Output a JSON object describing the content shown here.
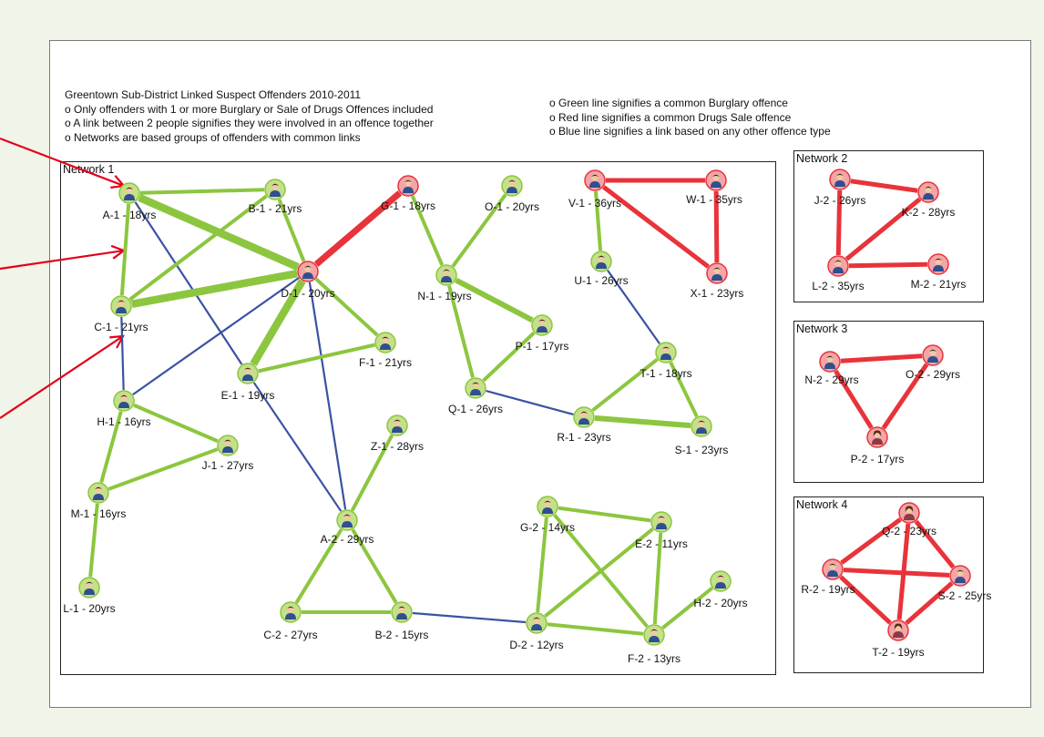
{
  "title": "Greentown Sub-District Linked Suspect Offenders 2010-2011",
  "notes_left": [
    "o Only offenders with 1 or more Burglary or Sale of Drugs Offences included",
    "o A link between 2 people signifies they were involved in an offence together",
    "o Networks are based groups of offenders with common links"
  ],
  "legend": [
    "o Green line signifies a common Burglary offence",
    "o Red line signifies a common Drugs Sale offence",
    "o Blue line signifies a link based on any other offence type"
  ],
  "colors": {
    "burglary": "#8cc63f",
    "drugs": "#e8333a",
    "other": "#3a52a3",
    "node_green": "#c5e08a",
    "node_red": "#f3a5a8",
    "annotation_arrow": "#e3001b"
  },
  "networks": [
    {
      "id": "net1",
      "title": "Network 1"
    },
    {
      "id": "net2",
      "title": "Network 2"
    },
    {
      "id": "net3",
      "title": "Network 3"
    },
    {
      "id": "net4",
      "title": "Network 4"
    }
  ],
  "nodes": [
    {
      "id": "A-1",
      "label": "A-1 - 18yrs",
      "ring": "green",
      "icon": "male-person-icon"
    },
    {
      "id": "B-1",
      "label": "B-1 - 21yrs",
      "ring": "green",
      "icon": "male-person-icon"
    },
    {
      "id": "C-1",
      "label": "C-1 - 21yrs",
      "ring": "green",
      "icon": "male-person-icon"
    },
    {
      "id": "D-1",
      "label": "D-1 - 20yrs",
      "ring": "red",
      "icon": "male-person-icon"
    },
    {
      "id": "E-1",
      "label": "E-1 - 19yrs",
      "ring": "green",
      "icon": "male-person-icon"
    },
    {
      "id": "F-1",
      "label": "F-1 - 21yrs",
      "ring": "green",
      "icon": "male-person-icon"
    },
    {
      "id": "G-1",
      "label": "G-1 - 18yrs",
      "ring": "red",
      "icon": "male-person-icon"
    },
    {
      "id": "H-1",
      "label": "H-1 - 16yrs",
      "ring": "green",
      "icon": "male-person-icon"
    },
    {
      "id": "J-1",
      "label": "J-1 - 27yrs",
      "ring": "green",
      "icon": "male-person-icon"
    },
    {
      "id": "M-1",
      "label": "M-1 - 16yrs",
      "ring": "green",
      "icon": "male-person-icon"
    },
    {
      "id": "L-1",
      "label": "L-1 - 20yrs",
      "ring": "green",
      "icon": "male-person-icon"
    },
    {
      "id": "N-1",
      "label": "N-1 - 19yrs",
      "ring": "green",
      "icon": "male-person-icon"
    },
    {
      "id": "O-1",
      "label": "O-1 - 20yrs",
      "ring": "green",
      "icon": "male-person-icon"
    },
    {
      "id": "P-1",
      "label": "P-1 - 17yrs",
      "ring": "green",
      "icon": "male-person-icon"
    },
    {
      "id": "Q-1",
      "label": "Q-1 - 26yrs",
      "ring": "green",
      "icon": "male-person-icon"
    },
    {
      "id": "R-1",
      "label": "R-1 - 23yrs",
      "ring": "green",
      "icon": "male-person-icon"
    },
    {
      "id": "S-1",
      "label": "S-1 - 23yrs",
      "ring": "green",
      "icon": "male-person-icon"
    },
    {
      "id": "T-1",
      "label": "T-1 - 18yrs",
      "ring": "green",
      "icon": "male-person-icon"
    },
    {
      "id": "U-1",
      "label": "U-1 - 26yrs",
      "ring": "green",
      "icon": "male-person-icon"
    },
    {
      "id": "V-1",
      "label": "V-1 - 36yrs",
      "ring": "red",
      "icon": "male-person-icon"
    },
    {
      "id": "W-1",
      "label": "W-1 - 35yrs",
      "ring": "red",
      "icon": "male-person-icon"
    },
    {
      "id": "X-1",
      "label": "X-1 - 23yrs",
      "ring": "red",
      "icon": "male-person-icon"
    },
    {
      "id": "Z-1",
      "label": "Z-1 - 28yrs",
      "ring": "green",
      "icon": "male-person-icon"
    },
    {
      "id": "A-2",
      "label": "A-2 - 29yrs",
      "ring": "green",
      "icon": "male-person-icon"
    },
    {
      "id": "B-2",
      "label": "B-2 - 15yrs",
      "ring": "green",
      "icon": "male-person-icon"
    },
    {
      "id": "C-2",
      "label": "C-2 - 27yrs",
      "ring": "green",
      "icon": "male-person-icon"
    },
    {
      "id": "D-2",
      "label": "D-2 - 12yrs",
      "ring": "green",
      "icon": "male-person-icon"
    },
    {
      "id": "E-2",
      "label": "E-2 - 11yrs",
      "ring": "green",
      "icon": "male-person-icon"
    },
    {
      "id": "F-2",
      "label": "F-2 - 13yrs",
      "ring": "green",
      "icon": "male-person-icon"
    },
    {
      "id": "G-2",
      "label": "G-2 - 14yrs",
      "ring": "green",
      "icon": "male-person-icon"
    },
    {
      "id": "H-2",
      "label": "H-2 - 20yrs",
      "ring": "green",
      "icon": "male-person-icon"
    },
    {
      "id": "J-2",
      "label": "J-2 - 26yrs",
      "ring": "red",
      "icon": "male-person-icon"
    },
    {
      "id": "K-2",
      "label": "K-2 - 28yrs",
      "ring": "red",
      "icon": "male-person-icon"
    },
    {
      "id": "L-2",
      "label": "L-2 - 35yrs",
      "ring": "red",
      "icon": "male-person-icon"
    },
    {
      "id": "M-2",
      "label": "M-2 - 21yrs",
      "ring": "red",
      "icon": "male-person-icon"
    },
    {
      "id": "N-2",
      "label": "N-2 - 29yrs",
      "ring": "red",
      "icon": "male-person-icon"
    },
    {
      "id": "O-2",
      "label": "O-2 - 29yrs",
      "ring": "red",
      "icon": "male-person-icon"
    },
    {
      "id": "P-2",
      "label": "P-2 - 17yrs",
      "ring": "red",
      "icon": "female-person-icon"
    },
    {
      "id": "Q-2",
      "label": "Q-2 - 23yrs",
      "ring": "red",
      "icon": "female-person-icon"
    },
    {
      "id": "R-2",
      "label": "R-2 - 19yrs",
      "ring": "red",
      "icon": "male-person-icon"
    },
    {
      "id": "S-2",
      "label": "S-2 - 25yrs",
      "ring": "red",
      "icon": "male-person-icon"
    },
    {
      "id": "T-2",
      "label": "T-2 - 19yrs",
      "ring": "red",
      "icon": "female-person-icon"
    }
  ],
  "links": [
    {
      "from": "A-1",
      "to": "B-1",
      "type": "burglary",
      "strength": 1
    },
    {
      "from": "A-1",
      "to": "C-1",
      "type": "burglary",
      "strength": 1
    },
    {
      "from": "A-1",
      "to": "D-1",
      "type": "burglary",
      "strength": 3
    },
    {
      "from": "A-1",
      "to": "E-1",
      "type": "other",
      "strength": 1
    },
    {
      "from": "B-1",
      "to": "C-1",
      "type": "burglary",
      "strength": 1
    },
    {
      "from": "B-1",
      "to": "D-1",
      "type": "burglary",
      "strength": 1
    },
    {
      "from": "C-1",
      "to": "D-1",
      "type": "burglary",
      "strength": 3
    },
    {
      "from": "C-1",
      "to": "H-1",
      "type": "other",
      "strength": 1
    },
    {
      "from": "D-1",
      "to": "G-1",
      "type": "drugs",
      "strength": 2
    },
    {
      "from": "D-1",
      "to": "E-1",
      "type": "burglary",
      "strength": 3
    },
    {
      "from": "D-1",
      "to": "F-1",
      "type": "burglary",
      "strength": 1
    },
    {
      "from": "D-1",
      "to": "H-1",
      "type": "other",
      "strength": 1
    },
    {
      "from": "D-1",
      "to": "A-2",
      "type": "other",
      "strength": 1
    },
    {
      "from": "E-1",
      "to": "F-1",
      "type": "burglary",
      "strength": 1
    },
    {
      "from": "E-1",
      "to": "A-2",
      "type": "other",
      "strength": 1
    },
    {
      "from": "H-1",
      "to": "J-1",
      "type": "burglary",
      "strength": 1
    },
    {
      "from": "H-1",
      "to": "M-1",
      "type": "burglary",
      "strength": 1
    },
    {
      "from": "J-1",
      "to": "M-1",
      "type": "burglary",
      "strength": 1
    },
    {
      "from": "M-1",
      "to": "L-1",
      "type": "burglary",
      "strength": 1
    },
    {
      "from": "Z-1",
      "to": "A-2",
      "type": "burglary",
      "strength": 1
    },
    {
      "from": "A-2",
      "to": "C-2",
      "type": "burglary",
      "strength": 1
    },
    {
      "from": "A-2",
      "to": "B-2",
      "type": "burglary",
      "strength": 1
    },
    {
      "from": "C-2",
      "to": "B-2",
      "type": "burglary",
      "strength": 1
    },
    {
      "from": "B-2",
      "to": "D-2",
      "type": "other",
      "strength": 1
    },
    {
      "from": "G-2",
      "to": "E-2",
      "type": "burglary",
      "strength": 1
    },
    {
      "from": "G-2",
      "to": "D-2",
      "type": "burglary",
      "strength": 1
    },
    {
      "from": "G-2",
      "to": "F-2",
      "type": "burglary",
      "strength": 1
    },
    {
      "from": "E-2",
      "to": "D-2",
      "type": "burglary",
      "strength": 1
    },
    {
      "from": "E-2",
      "to": "F-2",
      "type": "burglary",
      "strength": 1
    },
    {
      "from": "D-2",
      "to": "F-2",
      "type": "burglary",
      "strength": 1
    },
    {
      "from": "H-2",
      "to": "F-2",
      "type": "burglary",
      "strength": 1
    },
    {
      "from": "O-1",
      "to": "N-1",
      "type": "burglary",
      "strength": 1
    },
    {
      "from": "N-1",
      "to": "G-1",
      "type": "burglary",
      "strength": 1
    },
    {
      "from": "N-1",
      "to": "P-1",
      "type": "burglary",
      "strength": 2
    },
    {
      "from": "N-1",
      "to": "Q-1",
      "type": "burglary",
      "strength": 1
    },
    {
      "from": "P-1",
      "to": "Q-1",
      "type": "burglary",
      "strength": 1
    },
    {
      "from": "Q-1",
      "to": "R-1",
      "type": "other",
      "strength": 1
    },
    {
      "from": "R-1",
      "to": "T-1",
      "type": "burglary",
      "strength": 1
    },
    {
      "from": "R-1",
      "to": "S-1",
      "type": "burglary",
      "strength": 2
    },
    {
      "from": "T-1",
      "to": "S-1",
      "type": "burglary",
      "strength": 1
    },
    {
      "from": "U-1",
      "to": "T-1",
      "type": "other",
      "strength": 1
    },
    {
      "from": "V-1",
      "to": "U-1",
      "type": "burglary",
      "strength": 1
    },
    {
      "from": "V-1",
      "to": "W-1",
      "type": "drugs",
      "strength": 1
    },
    {
      "from": "V-1",
      "to": "X-1",
      "type": "drugs",
      "strength": 1
    },
    {
      "from": "W-1",
      "to": "X-1",
      "type": "drugs",
      "strength": 1
    },
    {
      "from": "J-2",
      "to": "K-2",
      "type": "drugs",
      "strength": 1
    },
    {
      "from": "J-2",
      "to": "L-2",
      "type": "drugs",
      "strength": 1
    },
    {
      "from": "K-2",
      "to": "L-2",
      "type": "drugs",
      "strength": 1
    },
    {
      "from": "L-2",
      "to": "M-2",
      "type": "drugs",
      "strength": 1
    },
    {
      "from": "N-2",
      "to": "O-2",
      "type": "drugs",
      "strength": 1
    },
    {
      "from": "N-2",
      "to": "P-2",
      "type": "drugs",
      "strength": 1
    },
    {
      "from": "O-2",
      "to": "P-2",
      "type": "drugs",
      "strength": 1
    },
    {
      "from": "Q-2",
      "to": "R-2",
      "type": "drugs",
      "strength": 1
    },
    {
      "from": "Q-2",
      "to": "S-2",
      "type": "drugs",
      "strength": 1
    },
    {
      "from": "Q-2",
      "to": "T-2",
      "type": "drugs",
      "strength": 1
    },
    {
      "from": "R-2",
      "to": "S-2",
      "type": "drugs",
      "strength": 1
    },
    {
      "from": "R-2",
      "to": "T-2",
      "type": "drugs",
      "strength": 1
    },
    {
      "from": "S-2",
      "to": "T-2",
      "type": "drugs",
      "strength": 1
    }
  ]
}
